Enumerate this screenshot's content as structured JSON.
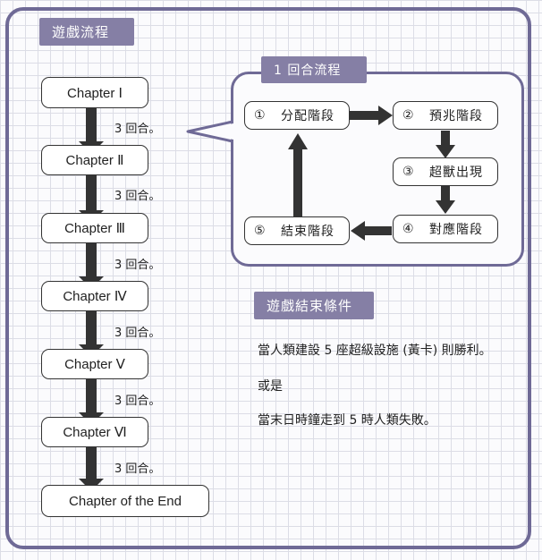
{
  "title": "遊戲流程",
  "chapters": [
    "Chapter Ⅰ",
    "Chapter Ⅱ",
    "Chapter Ⅲ",
    "Chapter Ⅳ",
    "Chapter Ⅴ",
    "Chapter Ⅵ",
    "Chapter of the End"
  ],
  "round_label": "3 回合。",
  "round_flow": {
    "title": "1 回合流程",
    "steps": [
      {
        "num": "①",
        "label": "分配階段"
      },
      {
        "num": "②",
        "label": "預兆階段"
      },
      {
        "num": "③",
        "label": "超獸出現"
      },
      {
        "num": "④",
        "label": "對應階段"
      },
      {
        "num": "⑤",
        "label": "結束階段"
      }
    ]
  },
  "end_conditions": {
    "title": "遊戲結束條件",
    "lines": [
      "當人類建設 5 座超級設施 (黃卡) 則勝利。",
      "或是",
      "當末日時鐘走到 5 時人類失敗。"
    ]
  },
  "colors": {
    "frame": "#6f6a96",
    "tag": "#857fa5",
    "arrow": "#333333"
  }
}
